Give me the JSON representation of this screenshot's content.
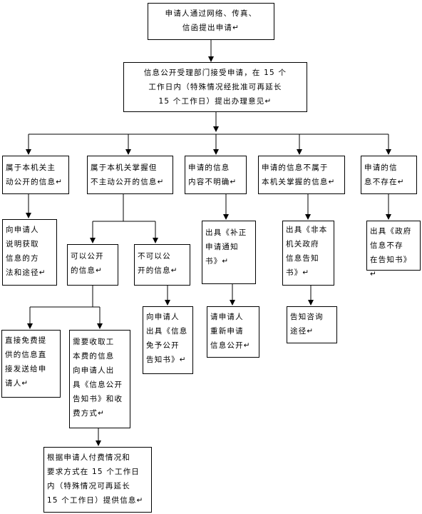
{
  "nodes": {
    "apply": "申请人通过网络、传真、\n信函提出申请↵",
    "accept": "信息公开受理部门接受申请，在 15 个\n工作日内（特殊情况经批准可再延长\n15 个工作日）提出办理意见↵",
    "active": "属于本机关主\n动公开的信息↵",
    "held": "属于本机关掌握但\n不主动公开的信息↵",
    "unclear": "申请的信息\n内容不明确↵",
    "not_ours": "申请的信息不属于\n本机关掌握的信息↵",
    "not_exist": "申请的信\n息不存在↵",
    "explain": "向申请人\n说明获取\n信息的方\n法和途径↵",
    "can": "可以公开\n的信息↵",
    "cannot": "不可以公\n开的信息↵",
    "supplement": "出具《补正\n申请通知\n书》↵",
    "non_gov": "出具《非本\n机关政府\n信息告知\n书》↵",
    "not_exist_notice": "出具《政府\n信息不存\n在告知书》↵",
    "free": "直接免费提\n供的信息直\n接发送给申\n请人↵",
    "fee": "需要收取工\n本费的信息\n向申请人出\n具《信息公开\n告知书》和收\n费方式↵",
    "refuse": "向申请人\n出具《信息\n免予公开\n告知书》↵",
    "reapply": "请申请人\n重新申请\n信息公开↵",
    "inform": "告知咨询\n途径↵",
    "provide": "根据申请人付费情况和\n要求方式在 15 个工作日\n内（特殊情况可再延长\n15 个工作日）提供信息↵"
  }
}
